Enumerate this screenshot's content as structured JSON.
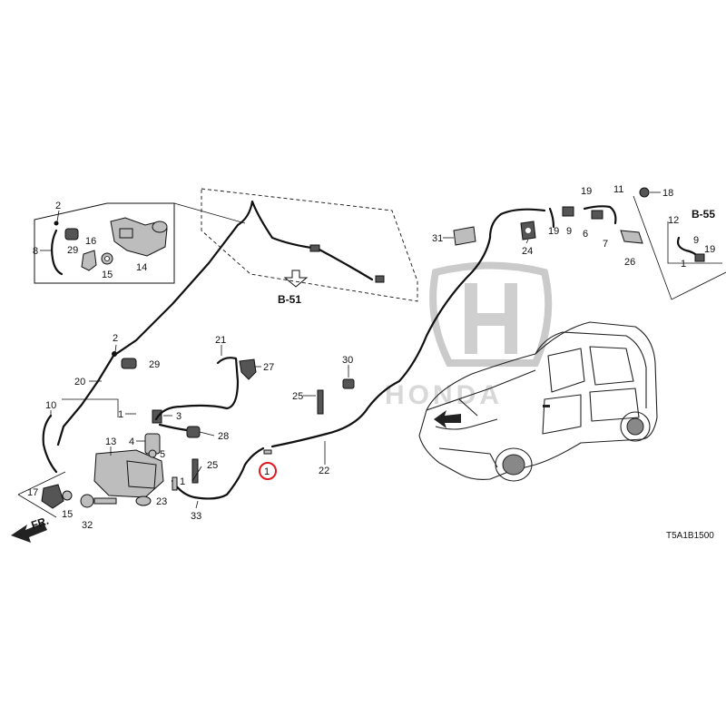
{
  "callouts": {
    "c_2a": "2",
    "c_8": "8",
    "c_29a": "29",
    "c_16": "16",
    "c_15a": "15",
    "c_14": "14",
    "c_2b": "2",
    "c_29b": "29",
    "c_20": "20",
    "c_10": "10",
    "c_1a": "1",
    "c_3": "3",
    "c_4": "4",
    "c_5": "5",
    "c_13": "13",
    "c_17": "17",
    "c_15b": "15",
    "c_32": "32",
    "c_23": "23",
    "c_25a": "25",
    "c_1b": "1",
    "c_33": "33",
    "c_21": "21",
    "c_27": "27",
    "c_28": "28",
    "c_30": "30",
    "c_25b": "25",
    "c_1c": "1",
    "c_22": "22",
    "c_31": "31",
    "c_24": "24",
    "c_19a": "19",
    "c_11": "11",
    "c_18": "18",
    "c_9a": "9",
    "c_6": "6",
    "c_7": "7",
    "c_19b": "19",
    "c_26": "26",
    "c_12": "12",
    "c_9b": "9",
    "c_1d": "1",
    "c_19c": "19"
  },
  "refs": {
    "b51": "B-51",
    "b55": "B-55"
  },
  "front_label": "FR.",
  "diagram_code": "T5A1B1500",
  "watermark_text": "HONDA",
  "colors": {
    "highlight": "#e0191f",
    "ink": "#111111",
    "part_fill": "#bdbdbd"
  }
}
